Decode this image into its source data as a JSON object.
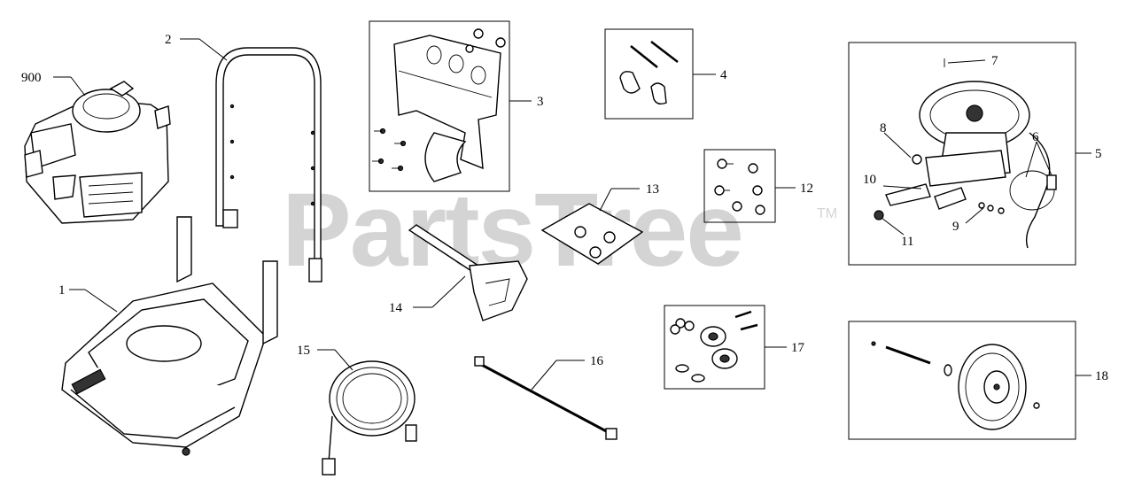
{
  "watermark": {
    "text": "PartsTree",
    "trademark": "TM"
  },
  "callouts": {
    "c900": "900",
    "c1": "1",
    "c2": "2",
    "c3": "3",
    "c4": "4",
    "c5": "5",
    "c6": "6",
    "c7": "7",
    "c8": "8",
    "c9": "9",
    "c10": "10",
    "c11": "11",
    "c12": "12",
    "c13": "13",
    "c14": "14",
    "c15": "15",
    "c16": "16",
    "c17": "17",
    "c18": "18"
  },
  "colors": {
    "line": "#000000",
    "watermark": "#d4d4d4",
    "background": "#ffffff"
  }
}
